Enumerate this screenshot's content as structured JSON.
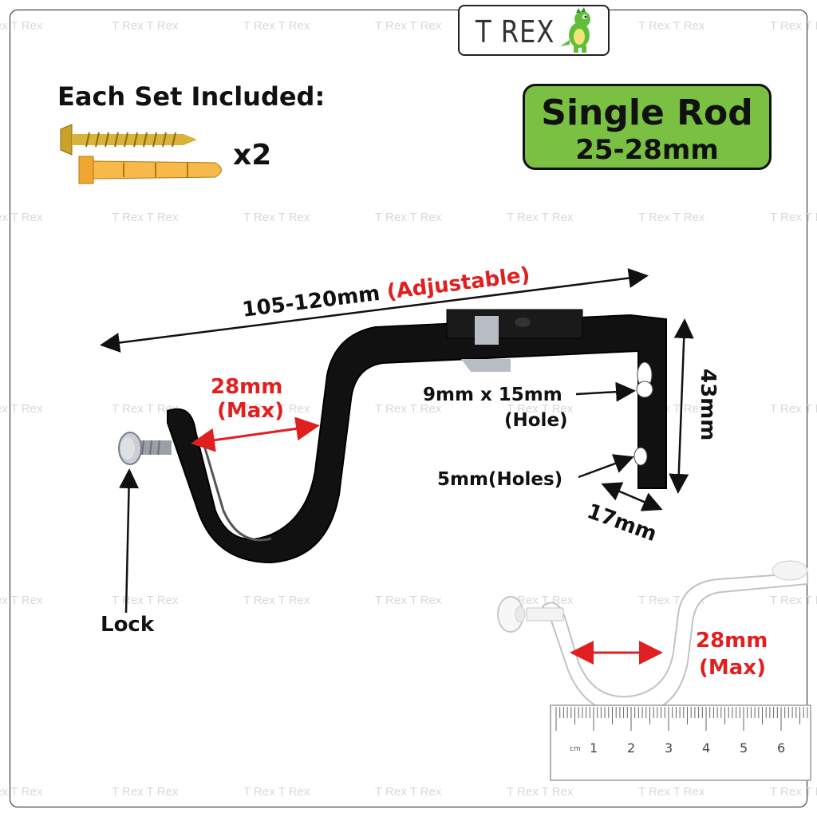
{
  "brand": {
    "name": "T REX",
    "mascot": "dinosaur-icon"
  },
  "watermark": {
    "text": "T Rex T Rex"
  },
  "included": {
    "title": "Each Set Included:",
    "quantity": "x2",
    "items": [
      "screw-icon",
      "wall-plug-icon"
    ]
  },
  "rod": {
    "title": "Single Rod",
    "size": "25-28mm",
    "color": "#7ac143"
  },
  "dimensions": {
    "length": "105-120mm",
    "length_note": "(Adjustable)",
    "gap": "28mm",
    "gap_note": "(Max)",
    "hole_large": "9mm x 15mm",
    "hole_large_note": "(Hole)",
    "hole_small": "5mm(Holes)",
    "height": "43mm",
    "depth": "17mm",
    "lock": "Lock"
  },
  "inset": {
    "gap": "28mm",
    "gap_note": "(Max)",
    "ruler_unit": "cm",
    "ruler_numbers": [
      "1",
      "2",
      "3",
      "4",
      "5",
      "6"
    ]
  },
  "colors": {
    "accent_red": "#e02020",
    "bracket": "#111111"
  }
}
